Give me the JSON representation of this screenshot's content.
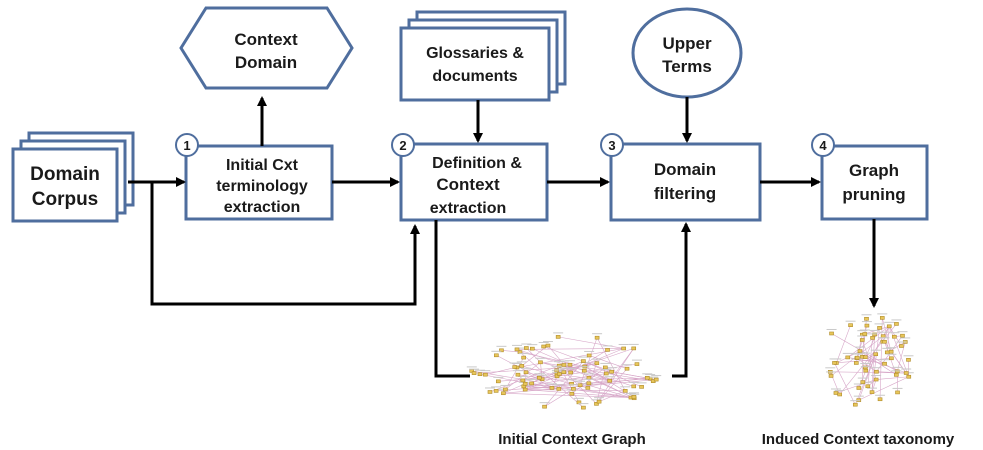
{
  "nodes": {
    "context_domain": [
      "Context",
      "Domain"
    ],
    "glossaries": [
      "Glossaries &",
      "documents"
    ],
    "upper_terms": [
      "Upper",
      "Terms"
    ],
    "domain_corpus": [
      "Domain",
      "Corpus"
    ],
    "step1": {
      "number": "1",
      "lines": [
        "Initial Cxt",
        "terminology",
        "extraction"
      ]
    },
    "step2": {
      "number": "2",
      "lines": [
        "Definition &",
        "Context",
        "extraction"
      ]
    },
    "step3": {
      "number": "3",
      "lines": [
        "Domain",
        "filtering"
      ]
    },
    "step4": {
      "number": "4",
      "lines": [
        "Graph",
        "pruning"
      ]
    }
  },
  "captions": {
    "initial_graph": "Initial Context Graph",
    "induced_taxonomy": "Induced Context taxonomy"
  },
  "colors": {
    "box_border": "#4f6e9e",
    "arrow": "#000000",
    "graph_node": "#e8c65a",
    "graph_edge": "#d7a7c8"
  }
}
